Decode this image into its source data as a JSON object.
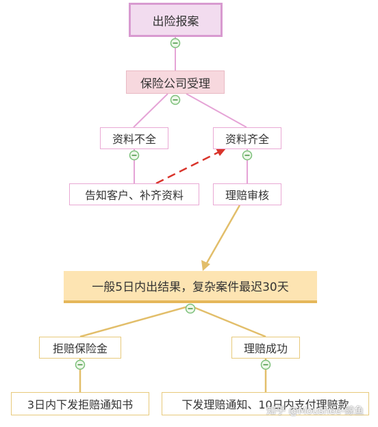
{
  "nodes": {
    "root": "出险报案",
    "accept": "保险公司受理",
    "incomplete": "资料不全",
    "complete": "资料齐全",
    "notify": "告知客户、补齐资料",
    "review": "理赔审核",
    "result": "一般5日内出结果，复杂案件最迟30天",
    "reject": "拒赔保险金",
    "success": "理赔成功",
    "reject_note": "3日内下发拒赔通知书",
    "success_note": "下发理赔通知、10日内支付理赔款"
  },
  "watermark": "知乎 @Moushee-鲸鱼",
  "colors": {
    "pink_line": "#e5a3d6",
    "gold_line": "#e2be6a",
    "arrow_red": "#d9342b",
    "collapse_icon": "#7cc07a"
  }
}
